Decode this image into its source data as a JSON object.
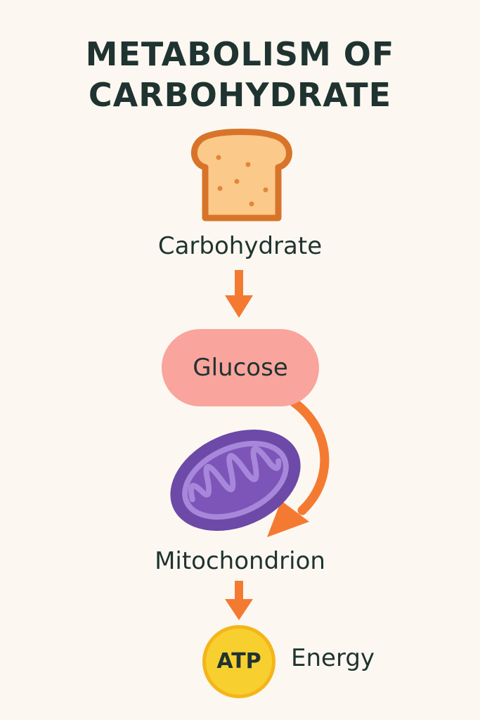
{
  "title": {
    "line1": "METABOLISM OF",
    "line2": "CARBOHYDRATE"
  },
  "steps": {
    "carbohydrate": "Carbohydrate",
    "glucose": "Glucose",
    "mitochondrion": "Mitochondrion",
    "atp": "ATP",
    "energy": "Energy"
  },
  "icons": {
    "carbohydrate": "bread-icon",
    "mitochondrion": "mitochondrion-icon",
    "atp": "atp-coin-icon"
  },
  "colors": {
    "background": "#fcf8f1",
    "text": "#1f3330",
    "arrow": "#f47a32",
    "glucose_pill": "#f9a49d",
    "bread_crust": "#d8742a",
    "bread_crumb": "#fbc98a",
    "mitochondrion_outer": "#6d49a8",
    "mitochondrion_inner": "#a787da",
    "atp_fill": "#f7cf2f"
  }
}
